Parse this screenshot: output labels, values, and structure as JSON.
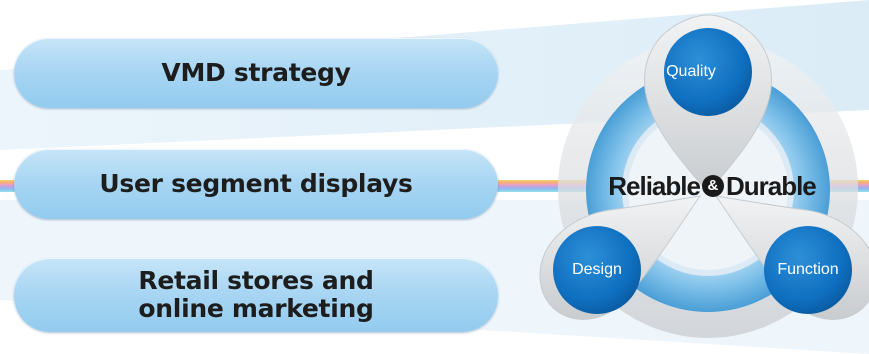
{
  "left_items": [
    {
      "lines": [
        "VMD strategy"
      ]
    },
    {
      "lines": [
        "User segment displays"
      ]
    },
    {
      "lines": [
        "Retail stores and",
        "online marketing"
      ]
    }
  ],
  "center": {
    "left_word": "Reliable",
    "amp": "&",
    "right_word": "Durable"
  },
  "nodes": {
    "quality": "Quality",
    "design": "Design",
    "function": "Function"
  },
  "colors": {
    "pill_blue": "#a9d6f3",
    "node_blue": "#0f6fc0",
    "ring_blue": "#7fc1ea",
    "text_dark": "#1d1d1d"
  }
}
